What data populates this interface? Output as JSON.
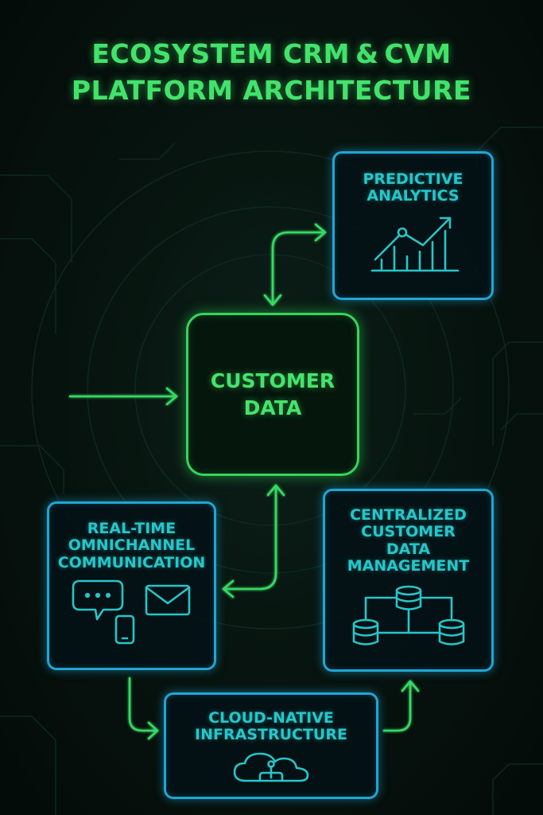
{
  "title": {
    "line1": "ECOSYSTEM CRM & CVM",
    "line2": "PLATFORM ARCHITECTURE"
  },
  "nodes": {
    "customer_data": {
      "lines": [
        "CUSTOMER",
        "DATA"
      ]
    },
    "predictive_analytics": {
      "lines": [
        "PREDICTIVE",
        "ANALYTICS"
      ],
      "icon": "line-bar-chart-icon"
    },
    "omnichannel": {
      "lines": [
        "REAL-TIME",
        "OMNICHANNEL",
        "COMMUNICATION"
      ],
      "icons": [
        "chat-bubble-icon",
        "envelope-icon",
        "mobile-phone-icon"
      ]
    },
    "centralized": {
      "lines": [
        "CENTRALIZED",
        "CUSTOMER",
        "DATA",
        "MANAGEMENT"
      ],
      "icon": "database-network-icon"
    },
    "cloud": {
      "lines": [
        "CLOUD-NATIVE",
        "INFRASTRUCTURE"
      ],
      "icon": "cloud-icon"
    }
  },
  "colors": {
    "title": "#42e36a",
    "green_accent": "#33d65a",
    "blue_accent": "#1fa6d6",
    "blue_text": "#26c6c9",
    "background": "#06120f"
  }
}
